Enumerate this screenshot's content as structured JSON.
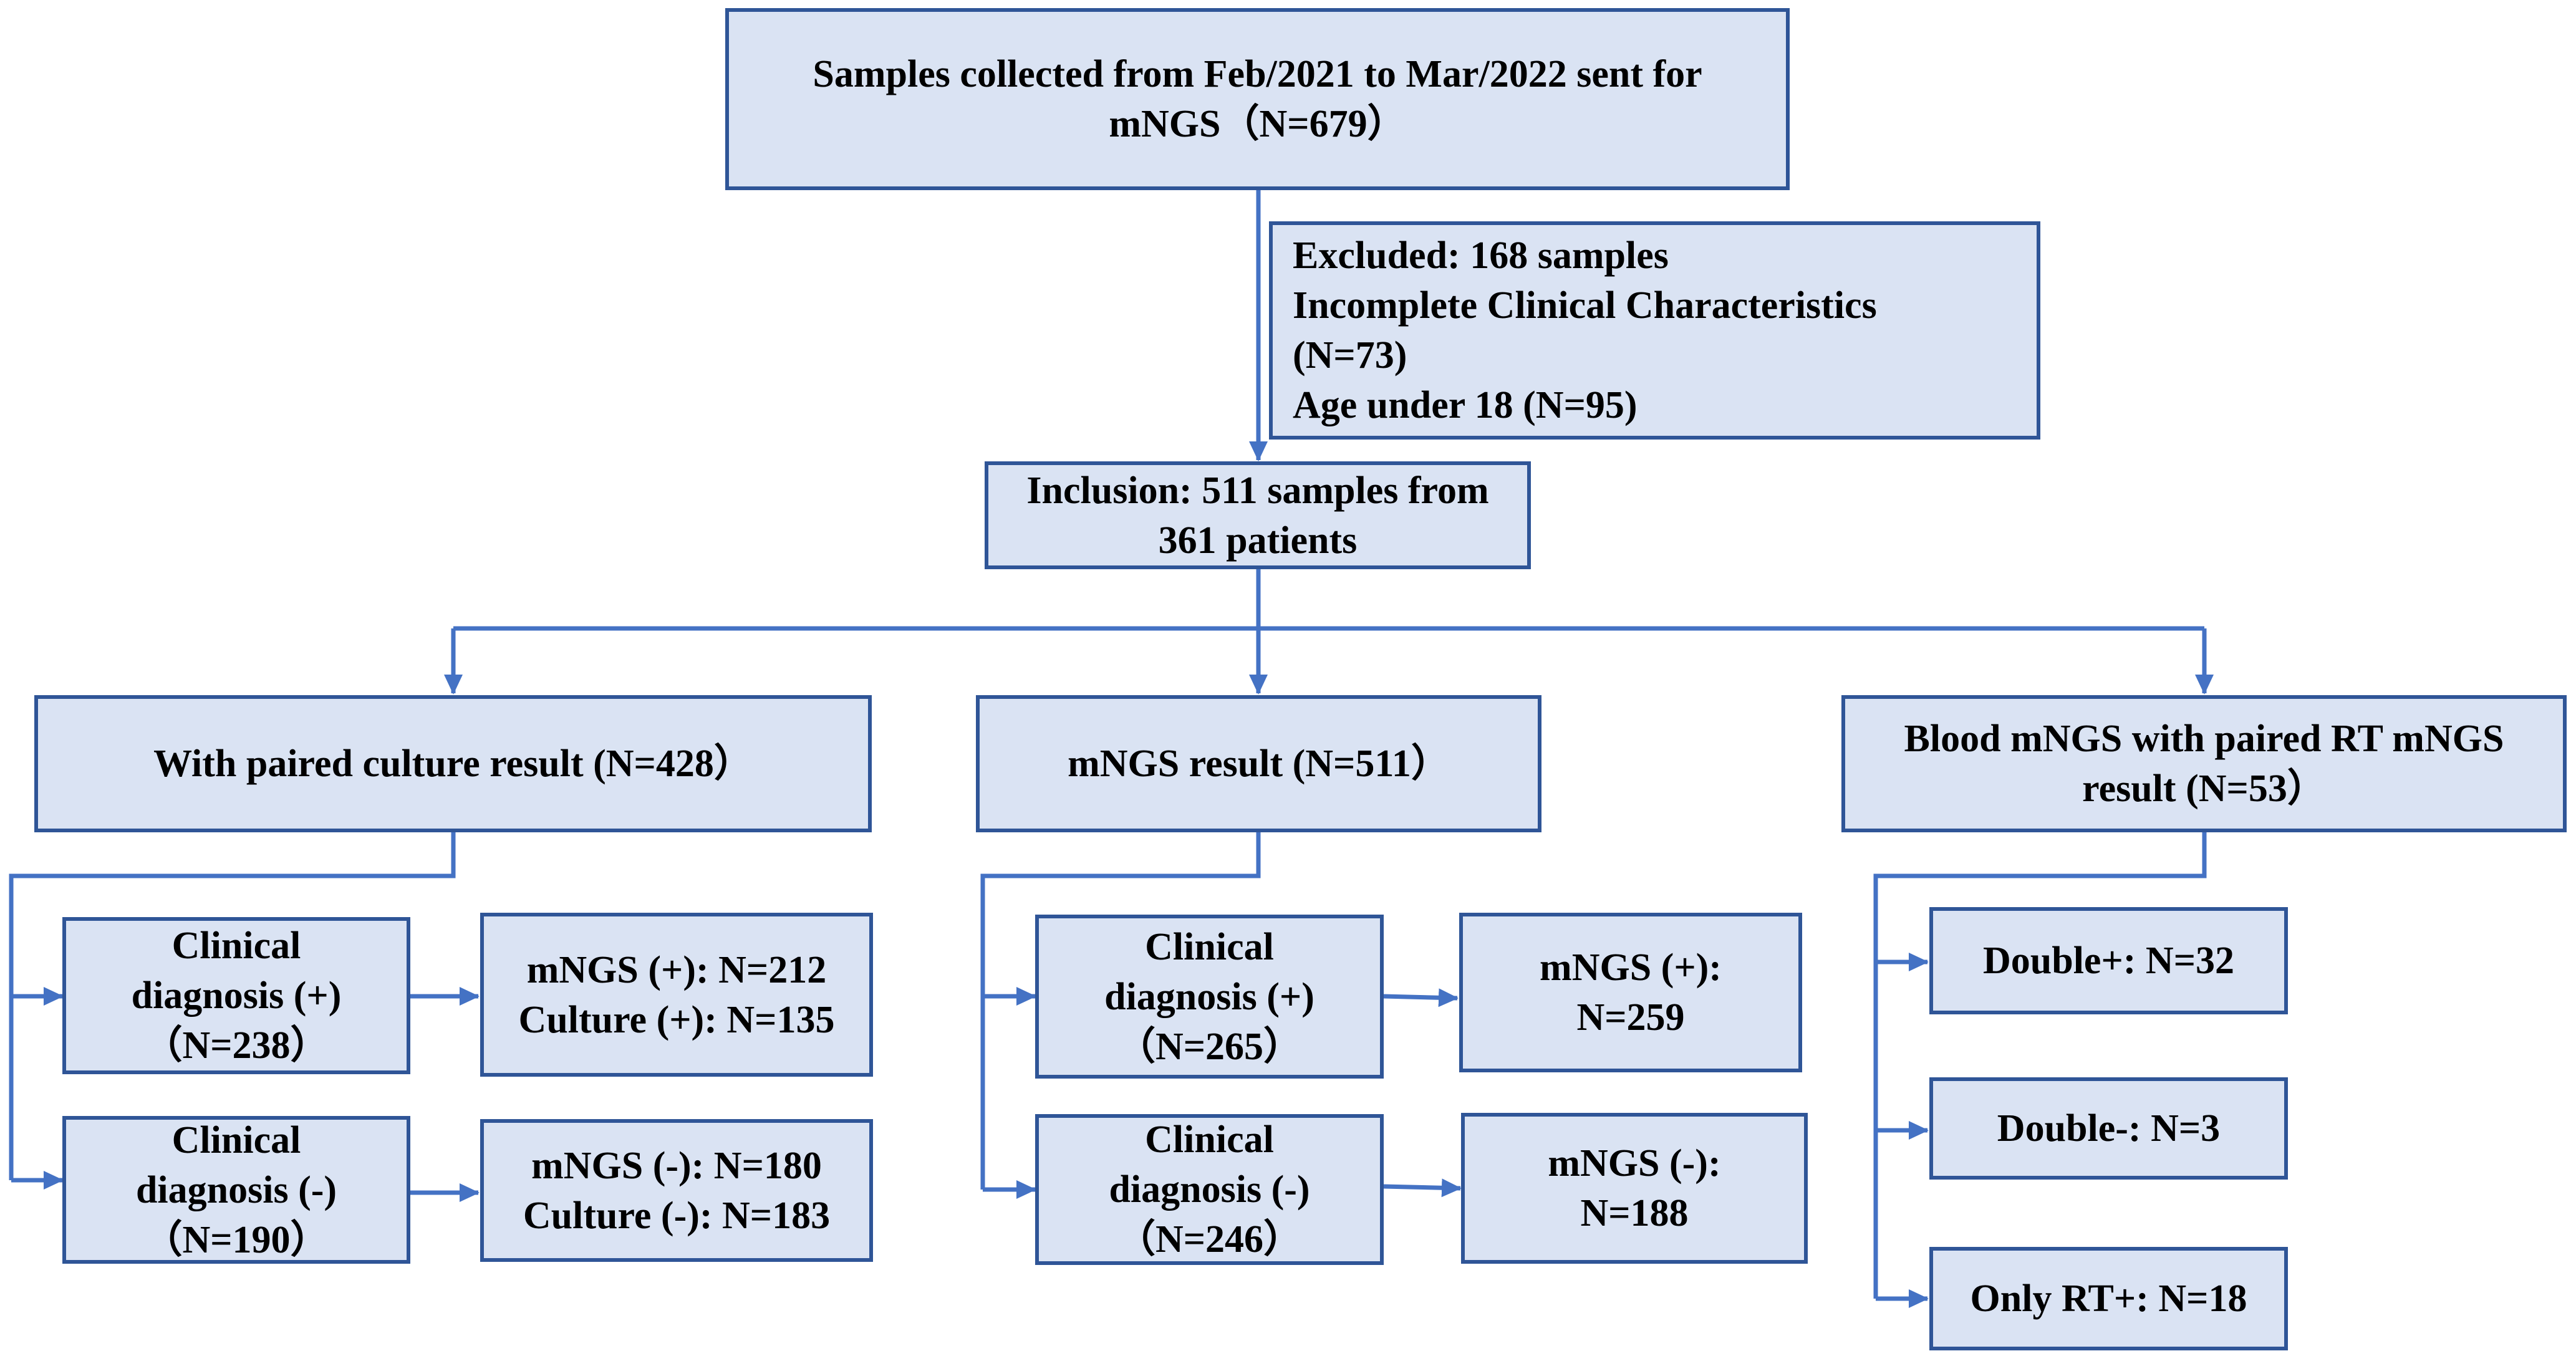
{
  "colors": {
    "box_fill": "#dae3f3",
    "box_border": "#2f5597",
    "connector": "#4472c4",
    "text": "#000000"
  },
  "top": {
    "lines": [
      "Samples collected from Feb/2021 to Mar/2022 sent for",
      "mNGS（N=679）"
    ]
  },
  "excluded": {
    "lines": [
      "Excluded: 168 samples",
      "Incomplete  Clinical Characteristics",
      "(N=73)",
      "Age under 18 (N=95)"
    ]
  },
  "inclusion": {
    "lines": [
      "Inclusion: 511 samples from",
      "361 patients"
    ]
  },
  "culture": {
    "header": {
      "lines": [
        "With paired culture result (N=428）"
      ]
    },
    "pos": {
      "lines": [
        "Clinical",
        "diagnosis (+)",
        "（N=238）"
      ]
    },
    "pos_result": {
      "lines": [
        "mNGS (+): N=212",
        "Culture (+): N=135"
      ]
    },
    "neg": {
      "lines": [
        "Clinical",
        "diagnosis (-)",
        "（N=190）"
      ]
    },
    "neg_result": {
      "lines": [
        "mNGS (-): N=180",
        "Culture (-): N=183"
      ]
    }
  },
  "mngs": {
    "header": {
      "lines": [
        "mNGS result (N=511）"
      ]
    },
    "pos": {
      "lines": [
        "Clinical",
        "diagnosis (+)",
        "（N=265）"
      ]
    },
    "pos_result": {
      "lines": [
        "mNGS (+):",
        "N=259"
      ]
    },
    "neg": {
      "lines": [
        "Clinical",
        "diagnosis (-)",
        "（N=246）"
      ]
    },
    "neg_result": {
      "lines": [
        "mNGS (-):",
        "N=188"
      ]
    }
  },
  "blood": {
    "header": {
      "lines": [
        "Blood mNGS with paired RT mNGS",
        "result (N=53）"
      ]
    },
    "double_pos": {
      "lines": [
        "Double+: N=32"
      ]
    },
    "double_neg": {
      "lines": [
        "Double-: N=3"
      ]
    },
    "only_rt": {
      "lines": [
        "Only RT+: N=18"
      ]
    }
  }
}
